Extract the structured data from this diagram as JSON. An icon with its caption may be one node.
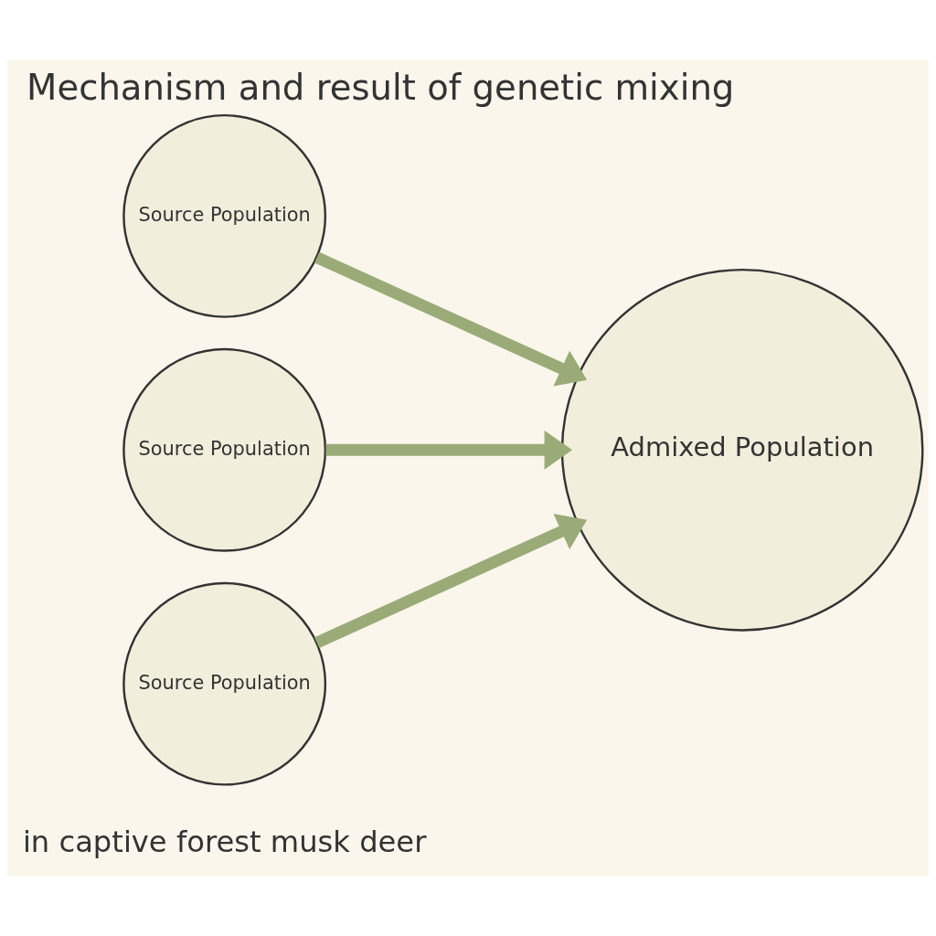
{
  "diagram": {
    "title": "Mechanism and result of genetic mixing",
    "nodes": [
      {
        "text": [
          "Source Population"
        ]
      },
      {
        "text": [
          "Source Population"
        ]
      },
      {
        "text": [
          "Source Population"
        ]
      },
      {
        "text": [
          "Admixed Population"
        ]
      }
    ],
    "edges": [
      {
        "from": 0,
        "to": 3,
        "arrow": "to"
      },
      {
        "from": 1,
        "to": 3,
        "arrow": "to"
      },
      {
        "from": 2,
        "to": 3,
        "arrow": "to"
      }
    ],
    "labels": [
      "in captive forest musk deer"
    ]
  }
}
